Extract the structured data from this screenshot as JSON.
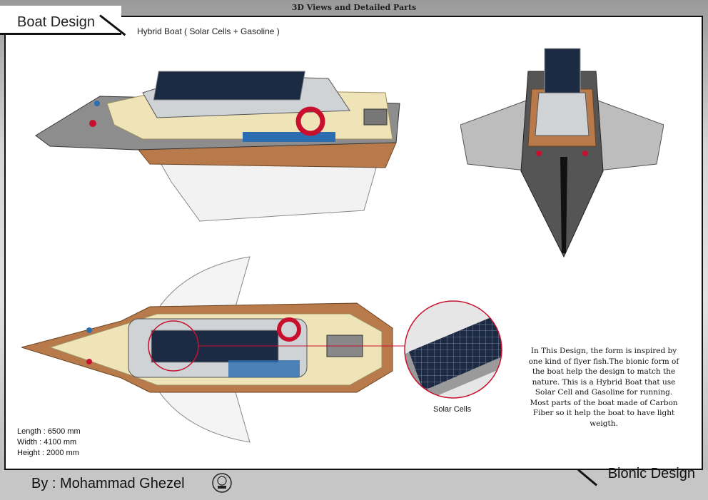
{
  "header": {
    "top_title": "3D Views and Detailed Parts",
    "tab_title": "Boat Design",
    "subtitle": "Hybrid Boat ( Solar Cells + Gasoline )"
  },
  "specs": [
    "Length : 6500 mm",
    "Width : 4100 mm",
    "Height : 2000 mm"
  ],
  "detail_label": "Solar Cells",
  "description": [
    "In This Design, the form is inspired by",
    "one kind of flyer fish.The bionic form of",
    "the boat help the design to match the",
    "nature. This is a Hybrid Boat that use",
    "Solar Cell and Gasoline for running.",
    "Most parts of the boat made of Carbon",
    "Fiber so it help the boat to have light weigth."
  ],
  "footer": {
    "author": "By : Mohammad Ghezel",
    "brand": "Bionic Design"
  },
  "colors": {
    "frame": "#111111",
    "wood": "#b87a4a",
    "deck": "#efe3b8",
    "solar": "#1c2a44",
    "accent": "#c8102e"
  }
}
